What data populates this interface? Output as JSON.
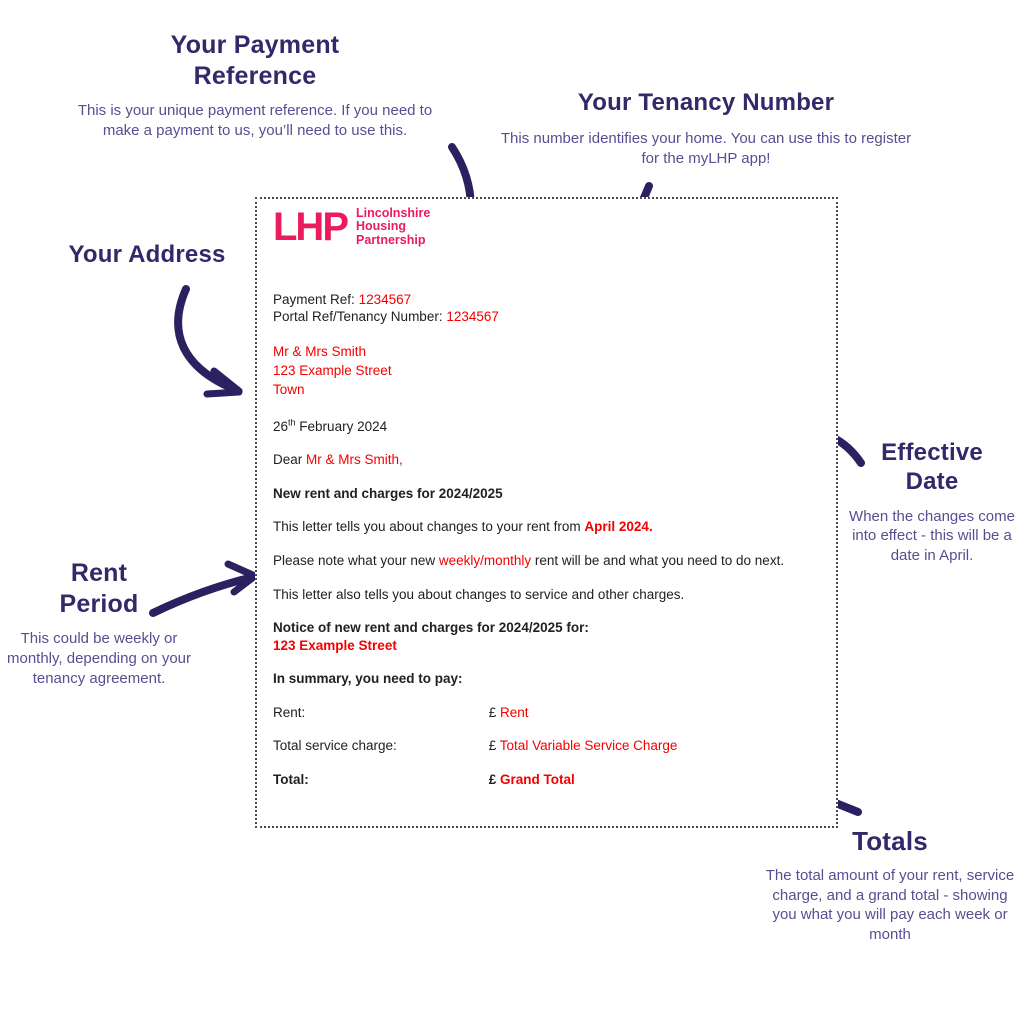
{
  "colors": {
    "annotation_title": "#34276a",
    "annotation_body": "#5a4d91",
    "arrow": "#2b2161",
    "brand_pink": "#ea1c5d",
    "highlight_red": "#f40000",
    "letter_text": "#212121"
  },
  "annotations": {
    "payment_reference": {
      "title": "Your Payment Reference",
      "description": "This is your unique payment reference. If you need to make a payment to us, you’ll need to use this."
    },
    "tenancy_number": {
      "title": "Your Tenancy Number",
      "description": "This number identifies your home. You can use this to register for the myLHP app!"
    },
    "your_address": {
      "title": "Your Address"
    },
    "rent_period": {
      "title": "Rent Period",
      "description": "This could be weekly or monthly, depending on your tenancy agreement."
    },
    "effective_date": {
      "title": "Effective Date",
      "description": "When the changes come into effect - this will be a date in April."
    },
    "totals": {
      "title": "Totals",
      "description": "The total amount of your rent, service charge, and a grand total - showing you what you will pay each week or month"
    }
  },
  "letter": {
    "logo": {
      "abbr": "LHP",
      "name_lines": [
        "Lincolnshire",
        "Housing",
        "Partnership"
      ]
    },
    "payment_ref_label": "Payment Ref:",
    "payment_ref_value": "1234567",
    "portal_ref_label": "Portal Ref/Tenancy Number:",
    "portal_ref_value": "1234567",
    "address_lines": [
      "Mr & Mrs Smith",
      "123 Example Street",
      "Town"
    ],
    "date": {
      "day": "26",
      "suffix": "th",
      "rest": " February 2024"
    },
    "salutation_prefix": "Dear ",
    "salutation_name": "Mr & Mrs Smith,",
    "subject": "New rent and charges for 2024/2025",
    "para1_prefix": "This letter tells you about changes to your rent from ",
    "para1_highlight": "April 2024.",
    "para2_prefix": "Please note what your new ",
    "para2_highlight": "weekly/monthly",
    "para2_suffix": " rent will be and what you need to do next.",
    "para3": "This letter also tells you about changes to service and other charges.",
    "notice_heading": "Notice of new rent and charges for 2024/2025 for:",
    "notice_address": "123 Example Street",
    "summary_heading": "In summary, you need to pay:",
    "summary_rows": [
      {
        "label": "Rent:",
        "currency": "£",
        "value": "Rent"
      },
      {
        "label": "Total service charge:",
        "currency": "£",
        "value": "Total Variable Service Charge"
      },
      {
        "label": "Total:",
        "currency": "£",
        "value": "Grand Total"
      }
    ]
  }
}
